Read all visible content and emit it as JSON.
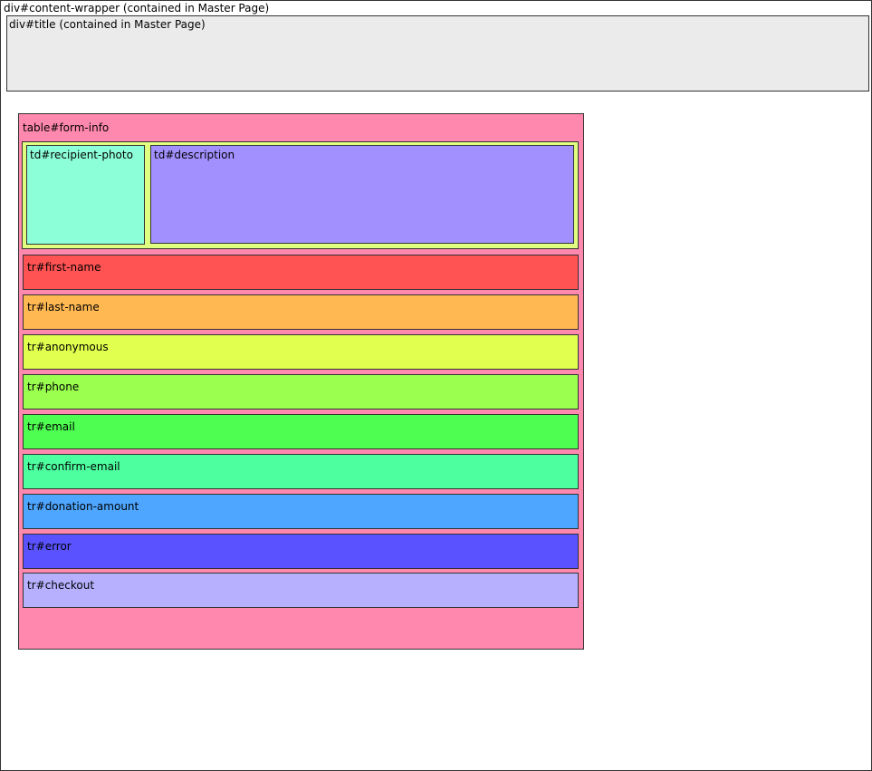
{
  "labels": {
    "content_wrapper": "div#content-wrapper (contained in Master Page)",
    "title": "div#title (contained in Master Page)",
    "form_info": "table#form-info",
    "recipient_photo": "td#recipient-photo",
    "description": "td#description"
  },
  "rows": [
    {
      "label": "tr#first-name",
      "color": "#ff5252"
    },
    {
      "label": "tr#last-name",
      "color": "#ffb852"
    },
    {
      "label": "tr#anonymous",
      "color": "#e0ff4e"
    },
    {
      "label": "tr#phone",
      "color": "#9aff4e"
    },
    {
      "label": "tr#email",
      "color": "#4eff52"
    },
    {
      "label": "tr#confirm-email",
      "color": "#4effa0"
    },
    {
      "label": "tr#donation-amount",
      "color": "#4ea6ff"
    },
    {
      "label": "tr#error",
      "color": "#5a52ff"
    },
    {
      "label": "tr#checkout",
      "color": "#b6b0ff"
    }
  ],
  "colors": {
    "title": "#ebebeb",
    "form_info": "#ff88ae",
    "top_row": "#e0ff80",
    "recipient_photo": "#8dffd8",
    "description": "#a390ff"
  }
}
